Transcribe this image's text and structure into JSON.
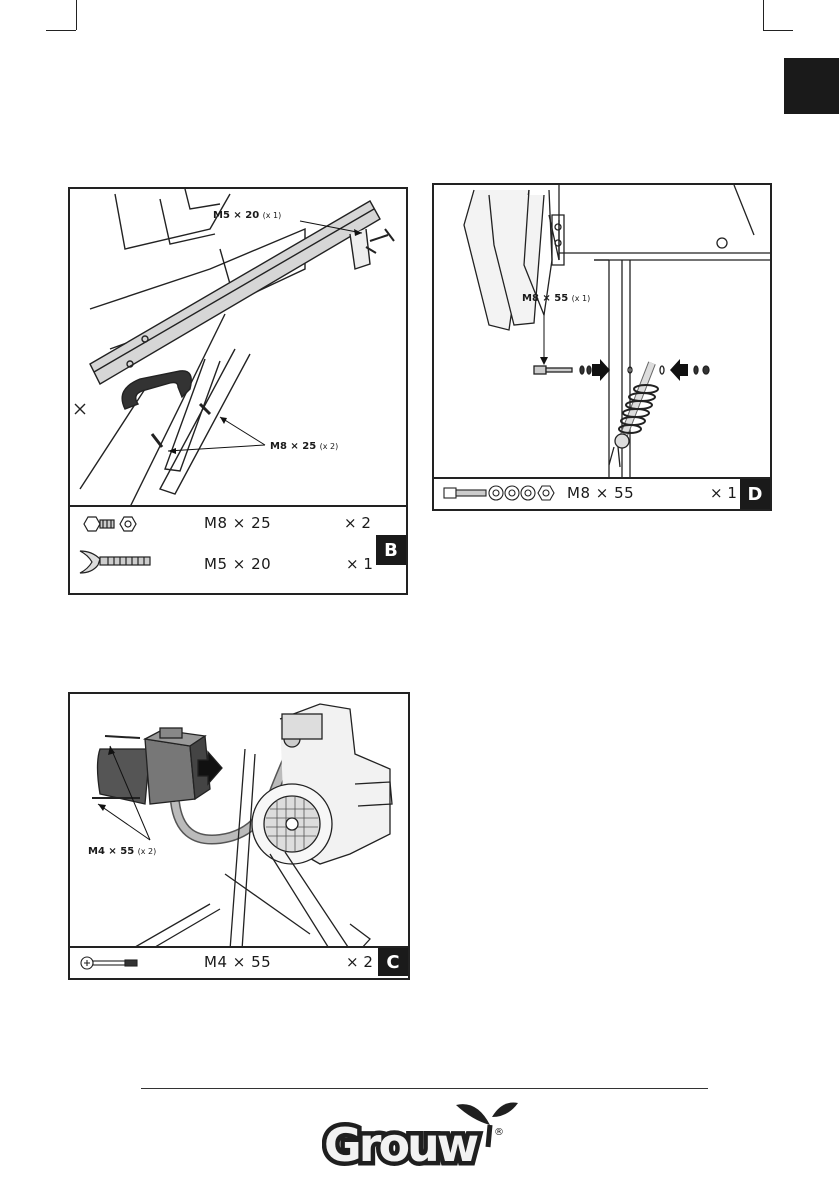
{
  "panels": {
    "B": {
      "letter": "B",
      "callout_top": {
        "size": "M5 × 20",
        "count": "(x 1)"
      },
      "callout_bottom": {
        "size": "M8 × 25",
        "count": "(x 2)"
      },
      "legend": [
        {
          "label": "M8 × 25",
          "qty": "× 2"
        },
        {
          "label": "M5 × 20",
          "qty": "× 1"
        }
      ]
    },
    "C": {
      "letter": "C",
      "callout": {
        "size": "M4 × 55",
        "count": "(x 2)"
      },
      "legend": [
        {
          "label": "M4 × 55",
          "qty": "× 2"
        }
      ]
    },
    "D": {
      "letter": "D",
      "callout": {
        "size": "M8 × 55",
        "count": "(x 1)"
      },
      "legend": [
        {
          "label": "M8 × 55",
          "qty": "× 1"
        }
      ]
    }
  },
  "logo": {
    "brand": "Grouw",
    "registered": "®"
  },
  "colors": {
    "ink": "#1a1a1a",
    "logo_dark": "#1f1f1f",
    "logo_light": "#f2f2f2",
    "shade": "#c8c8c8"
  }
}
